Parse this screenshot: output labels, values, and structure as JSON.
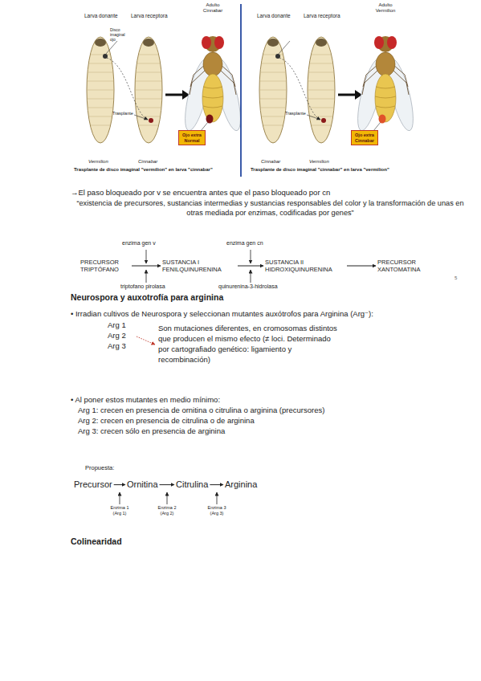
{
  "diagram": {
    "nodes": [
      {
        "text": [
          "Ojo extra Normal"
        ]
      },
      {
        "text": [
          "Ojo extra Cinnabar"
        ]
      },
      {
        "text": [
          "PRECURSOR TRIPTÓFANO"
        ]
      },
      {
        "text": [
          "SUSTANCIA I FENILQUINURENINA"
        ]
      },
      {
        "text": [
          "SUSTANCIA II HIDROXIQUINURENINA"
        ]
      },
      {
        "text": [
          "PRECURSOR XANTOMATINA"
        ]
      },
      {
        "text": [
          "Precursor"
        ]
      },
      {
        "text": [
          "Ornitina"
        ]
      },
      {
        "text": [
          "Citrulina"
        ]
      },
      {
        "text": [
          "Arginina"
        ]
      }
    ],
    "edges": [
      {
        "from": 2,
        "to": 3,
        "arrow": "to"
      },
      {
        "from": 3,
        "to": 4,
        "arrow": "to"
      },
      {
        "from": 4,
        "to": 5,
        "arrow": "to"
      },
      {
        "from": 6,
        "to": 7,
        "arrow": "to"
      },
      {
        "from": 7,
        "to": 8,
        "arrow": "to"
      },
      {
        "from": 8,
        "to": 9,
        "arrow": "to"
      }
    ],
    "labels": [
      "Larva donante",
      "Larva receptora",
      "Adulto Cinnabar",
      "Disco imaginal ojo",
      "Trasplante",
      "Vermilion",
      "Cinnabar",
      "Trasplante de disco imaginal \"vermilion\" en larva \"cinnabar\"",
      "Larva donante",
      "Larva receptora",
      "Adulto Vermilion",
      "Trasplante",
      "Cinnabar",
      "Vermilion",
      "Trasplante de disco imaginal \"cinnabar\" en larva \"vermilion\"",
      "→El paso bloqueado por v se encuentra antes que el paso bloqueado por cn",
      "“existencia de precursores, sustancias intermedias y sustancias responsables del color y la transformación de unas en otras mediada por enzimas, codificadas por genes”",
      "enzima gen v",
      "enzima gen cn",
      "triptofano pirolasa",
      "quinurenina-3-hidrolasa",
      "5",
      "Neurospora y auxotrofía para arginina",
      "• Irradian cultivos de Neurospora y seleccionan mutantes auxótrofos para Arginina (Arg⁻):",
      "Arg 1",
      "Arg 2",
      "Arg 3",
      "Son mutaciones diferentes, en cromosomas distintos que producen el mismo efecto (≠ loci. Determinado por cartografiado genético: ligamiento y recombinación)",
      "• Al poner estos mutantes en medio mínimo:",
      "Arg 1: crecen en presencia de ornitina o citrulina o arginina (precursores)",
      "Arg 2: crecen en presencia de citrulina o de arginina",
      "Arg 3: crecen sólo en presencia de arginina",
      "Propuesta:",
      "Enzima 1 (Arg 1)",
      "Enzima 2 (Arg 2)",
      "Enzima 3 (Arg 3)",
      "Colinearidad"
    ]
  }
}
